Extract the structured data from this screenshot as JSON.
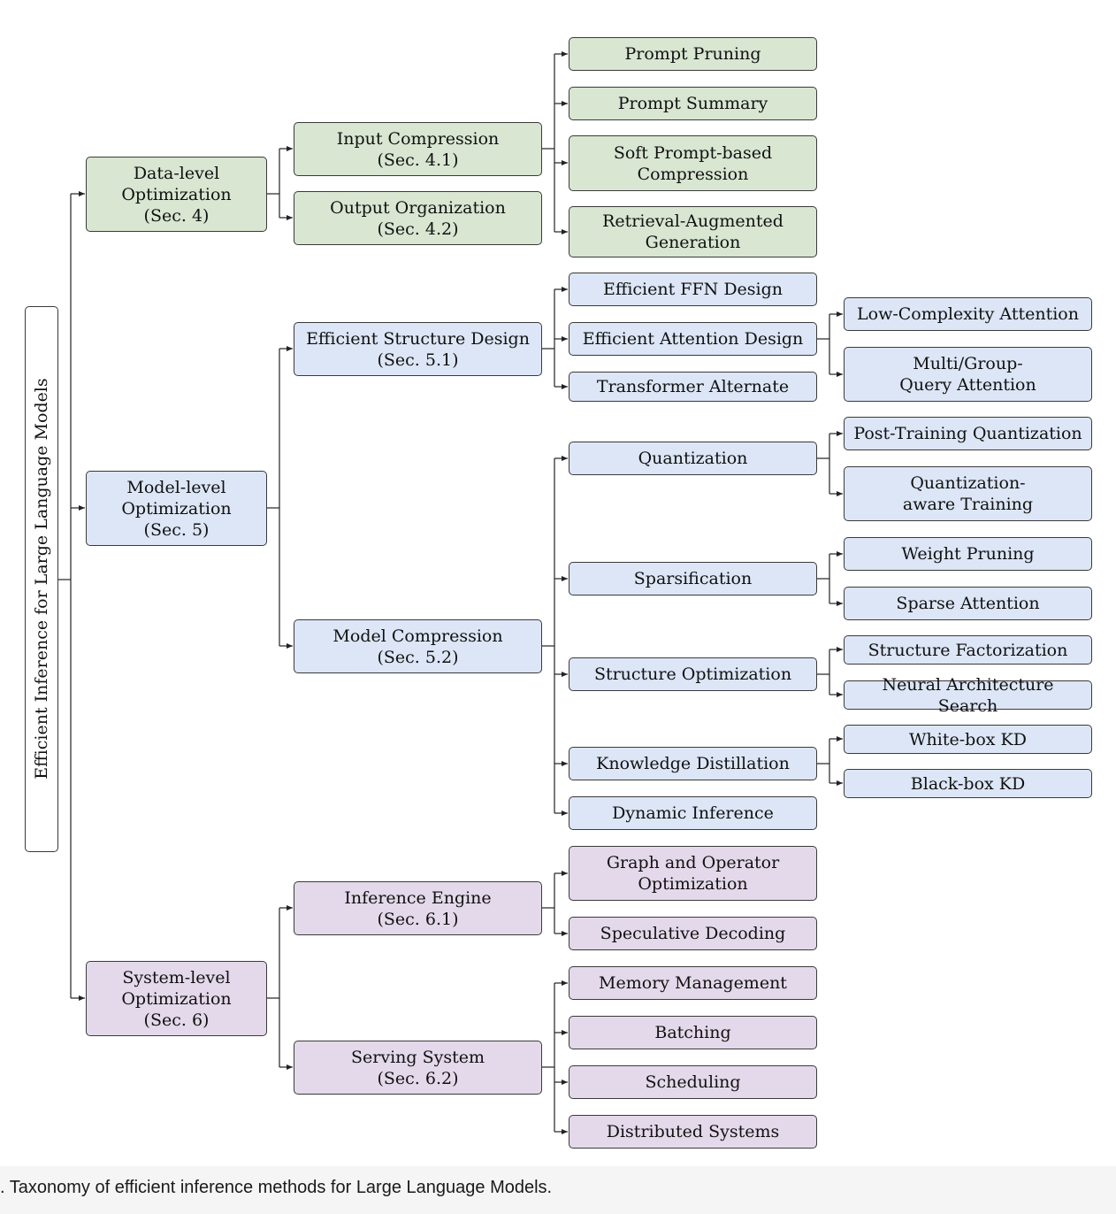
{
  "root": "Efficient Inference for Large Language Models",
  "level1": {
    "data": "Data-level\nOptimization\n(Sec. 4)",
    "model": "Model-level\nOptimization\n(Sec. 5)",
    "system": "System-level\nOptimization\n(Sec. 6)"
  },
  "level2": {
    "input_compression": "Input Compression\n(Sec. 4.1)",
    "output_organization": "Output Organization\n(Sec. 4.2)",
    "efficient_structure_design": "Efficient Structure Design\n(Sec. 5.1)",
    "model_compression": "Model Compression\n(Sec. 5.2)",
    "inference_engine": "Inference Engine\n(Sec. 6.1)",
    "serving_system": "Serving System\n(Sec. 6.2)"
  },
  "level3": {
    "prompt_pruning": "Prompt Pruning",
    "prompt_summary": "Prompt Summary",
    "soft_prompt": "Soft Prompt-based\nCompression",
    "rag": "Retrieval-Augmented\nGeneration",
    "efficient_ffn": "Efficient FFN Design",
    "efficient_attention": "Efficient Attention Design",
    "transformer_alternate": "Transformer Alternate",
    "quantization": "Quantization",
    "sparsification": "Sparsification",
    "structure_optimization": "Structure Optimization",
    "knowledge_distillation": "Knowledge Distillation",
    "dynamic_inference": "Dynamic Inference",
    "graph_operator": "Graph and Operator\nOptimization",
    "speculative_decoding": "Speculative Decoding",
    "memory_management": "Memory Management",
    "batching": "Batching",
    "scheduling": "Scheduling",
    "distributed_systems": "Distributed Systems"
  },
  "level4": {
    "low_complexity_attention": "Low-Complexity Attention",
    "multi_group_query": "Multi/Group-\nQuery Attention",
    "post_training_quantization": "Post-Training Quantization",
    "quantization_aware_training": "Quantization-\naware Training",
    "weight_pruning": "Weight Pruning",
    "sparse_attention": "Sparse Attention",
    "structure_factorization": "Structure Factorization",
    "neural_architecture_search": "Neural Architecture Search",
    "white_box_kd": "White-box KD",
    "black_box_kd": "Black-box KD"
  },
  "caption": ". Taxonomy of efficient inference methods for Large Language Models.",
  "colors": {
    "data": "#d8e6d2",
    "model": "#dce6f6",
    "system": "#e4d9ea",
    "border": "#3a3a3a"
  }
}
